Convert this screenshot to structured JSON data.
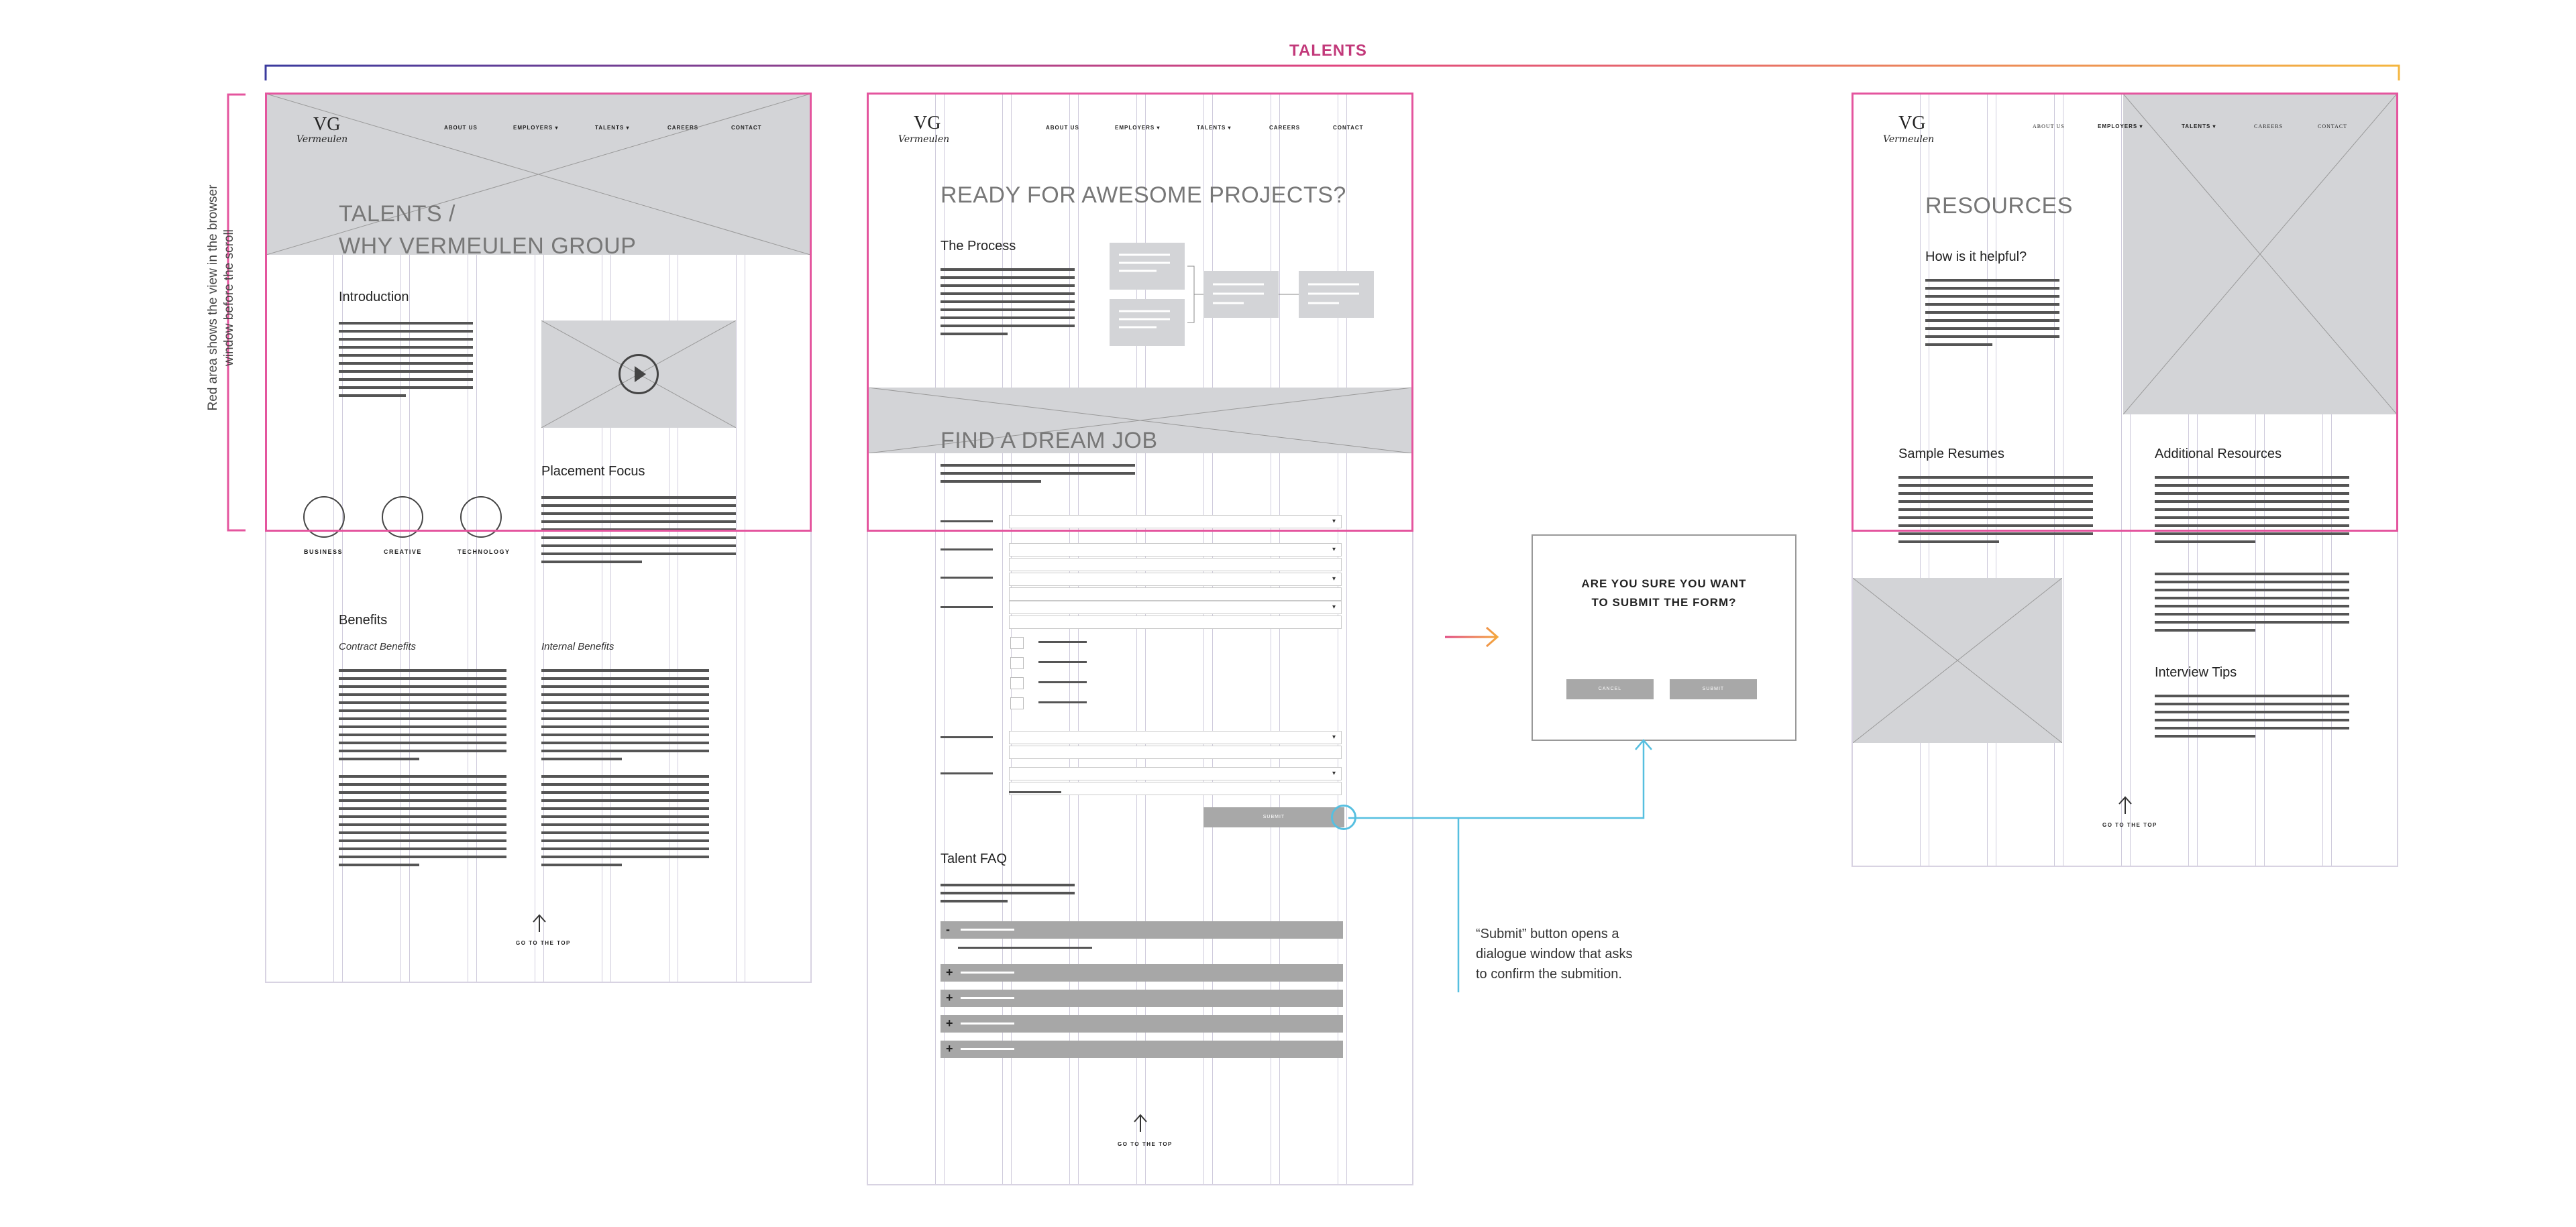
{
  "header": {
    "title": "TALENTS"
  },
  "side_note": {
    "lines": [
      "Red area shows the view in the browser",
      "window before the scroll"
    ]
  },
  "nav": {
    "about": "ABOUT US",
    "employers": "EMPLOYERS ▾",
    "talents": "TALENTS ▾",
    "careers": "CAREERS",
    "contact": "CONTACT"
  },
  "logo": {
    "mark": "VG",
    "script": "Vermeulen"
  },
  "page1": {
    "title_line1": "TALENTS /",
    "title_line2": "WHY VERMEULEN GROUP",
    "introduction": "Introduction",
    "placement_focus": "Placement Focus",
    "circles": [
      "BUSINESS",
      "CREATIVE",
      "TECHNOLOGY"
    ],
    "benefits": "Benefits",
    "contract_benefits": "Contract Benefits",
    "internal_benefits": "Internal Benefits",
    "go_top": "GO TO THE TOP"
  },
  "page2": {
    "title": "READY FOR AWESOME PROJECTS?",
    "process": "The Process",
    "dream_job": "FIND A DREAM JOB",
    "submit": "SUBMIT",
    "faq": "Talent FAQ",
    "go_top": "GO TO THE TOP"
  },
  "dialog": {
    "line1": "ARE YOU SURE YOU WANT",
    "line2": "TO SUBMIT THE FORM?",
    "cancel": "CANCEL",
    "submit": "SUBMIT"
  },
  "annotation": {
    "lines": [
      "“Submit” button opens a",
      "dialogue window that asks",
      "to confirm the submition."
    ]
  },
  "page3": {
    "title": "RESOURCES",
    "helpful": "How is it helpful?",
    "sample_resumes": "Sample Resumes",
    "additional_resources": "Additional Resources",
    "interview_tips": "Interview Tips",
    "go_top": "GO TO THE TOP"
  },
  "colors": {
    "accent_pink": "#e4559e",
    "accent_blue": "#56bfe0",
    "arrow_orange": "#f39a3c",
    "wire_gray": "#d3d4d7"
  }
}
